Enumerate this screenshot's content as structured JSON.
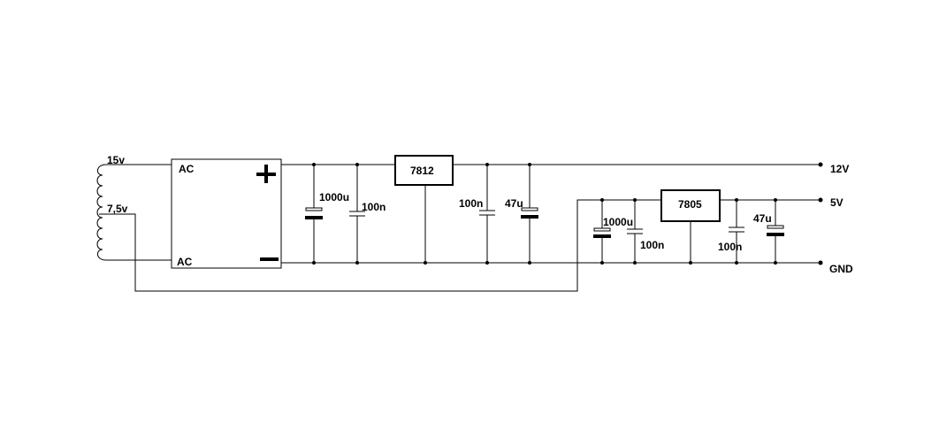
{
  "transformer": {
    "tap_top": "15v",
    "tap_mid": "7,5v"
  },
  "rectifier": {
    "ac_top": "AC",
    "ac_bottom": "AC",
    "plus": "+",
    "minus": "−"
  },
  "reg_12": {
    "label": "7812",
    "c_in_big": "1000u",
    "c_in_small": "100n",
    "c_out_small": "100n",
    "c_out_big": "47u"
  },
  "reg_5": {
    "label": "7805",
    "c_in_big": "1000u",
    "c_in_small": "100n",
    "c_out_small": "100n",
    "c_out_big": "47u"
  },
  "outputs": {
    "v12": "12V",
    "v5": "5V",
    "gnd": "GND"
  },
  "colors": {
    "ink": "#000000",
    "background": "#ffffff"
  }
}
